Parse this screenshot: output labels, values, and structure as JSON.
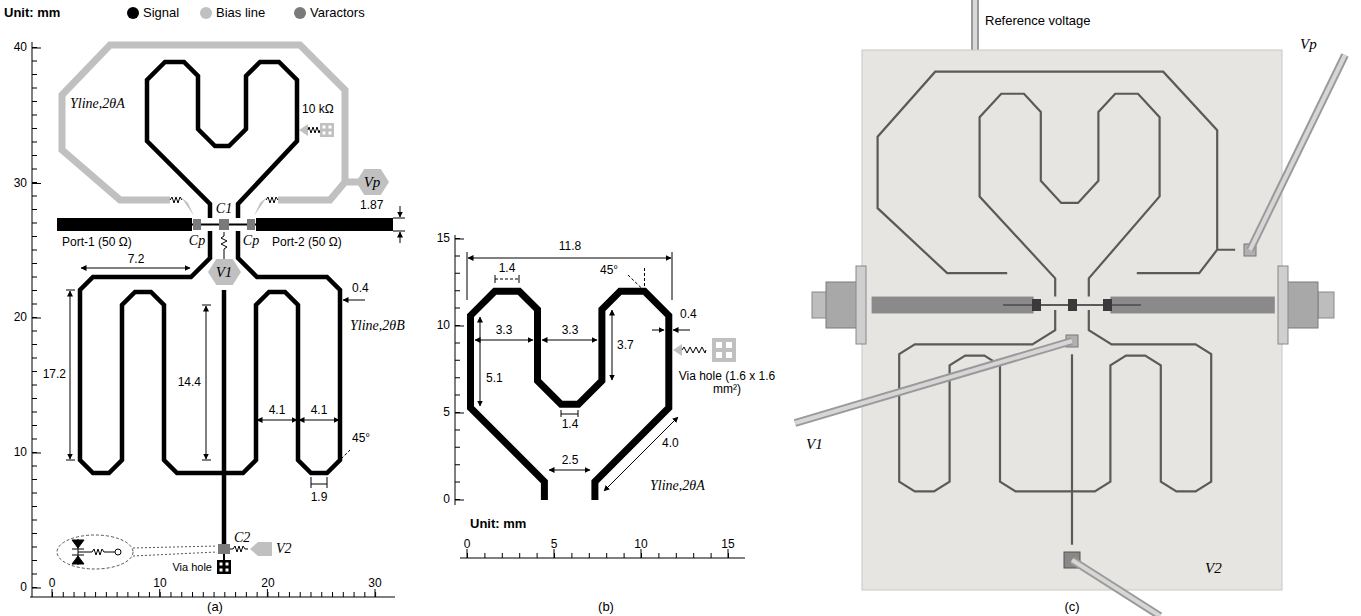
{
  "diagram": {
    "nodes": [
      {
        "text": [
          "Vp"
        ]
      },
      {
        "text": [
          "V1"
        ]
      }
    ],
    "labels": [
      "Unit: mm",
      "0",
      "10",
      "20",
      "30",
      "40",
      "0",
      "10",
      "20",
      "30",
      "Yline,2θA",
      "10 kΩ",
      "C1",
      "1.87",
      "Cp",
      "Cp",
      "Port-1 (50 Ω)",
      "Port-2 (50 Ω)",
      "7.2",
      "0.4",
      "17.2",
      "14.4",
      "4.1",
      "4.1",
      "Yline,2θB",
      "45°",
      "1.9",
      "C2",
      "V2",
      "Via hole",
      "(a)",
      "Unit: mm",
      "0",
      "5",
      "10",
      "15",
      "0",
      "5",
      "10",
      "15",
      "11.8",
      "1.4",
      "45°",
      "0.4",
      "3.3",
      "3.3",
      "3.7",
      "5.1",
      "1.4",
      "2.5",
      "4.0",
      "Via hole (1.6 x 1.6 mm²)",
      "Yline,2θA",
      "(b)",
      "Reference voltage",
      "Vp",
      "V1",
      "V2",
      "(c)"
    ],
    "legend": [
      {
        "text": "Signal",
        "color": "#000000"
      },
      {
        "text": "Bias line",
        "color": "#c0c0c0"
      },
      {
        "text": "Varactors",
        "color": "#7a7a7a"
      }
    ]
  }
}
